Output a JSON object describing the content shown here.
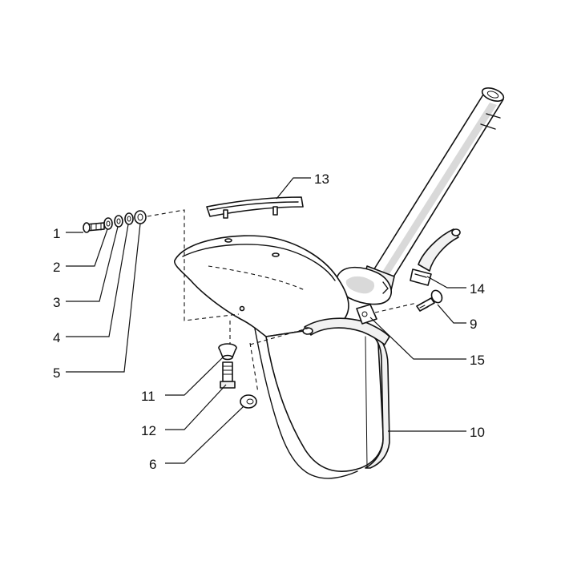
{
  "diagram": {
    "callouts": [
      {
        "id": "c1",
        "label": "1"
      },
      {
        "id": "c2",
        "label": "2"
      },
      {
        "id": "c3",
        "label": "3"
      },
      {
        "id": "c4",
        "label": "4"
      },
      {
        "id": "c5",
        "label": "5"
      },
      {
        "id": "c6",
        "label": "6"
      },
      {
        "id": "c9",
        "label": "9"
      },
      {
        "id": "c10",
        "label": "10"
      },
      {
        "id": "c11",
        "label": "11"
      },
      {
        "id": "c12",
        "label": "12"
      },
      {
        "id": "c13",
        "label": "13"
      },
      {
        "id": "c14",
        "label": "14"
      },
      {
        "id": "c15",
        "label": "15"
      }
    ]
  }
}
